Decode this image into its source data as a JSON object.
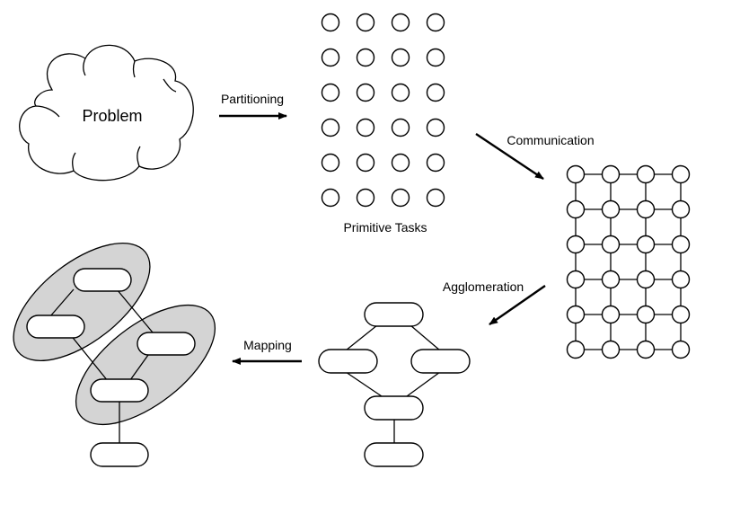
{
  "labels": {
    "problem": "Problem",
    "partitioning": "Partitioning",
    "primitive_tasks": "Primitive Tasks",
    "communication": "Communication",
    "agglomeration": "Agglomeration",
    "mapping": "Mapping"
  },
  "primitive_grid": {
    "rows": 6,
    "cols": 4
  },
  "communication_grid": {
    "rows": 6,
    "cols": 4
  }
}
